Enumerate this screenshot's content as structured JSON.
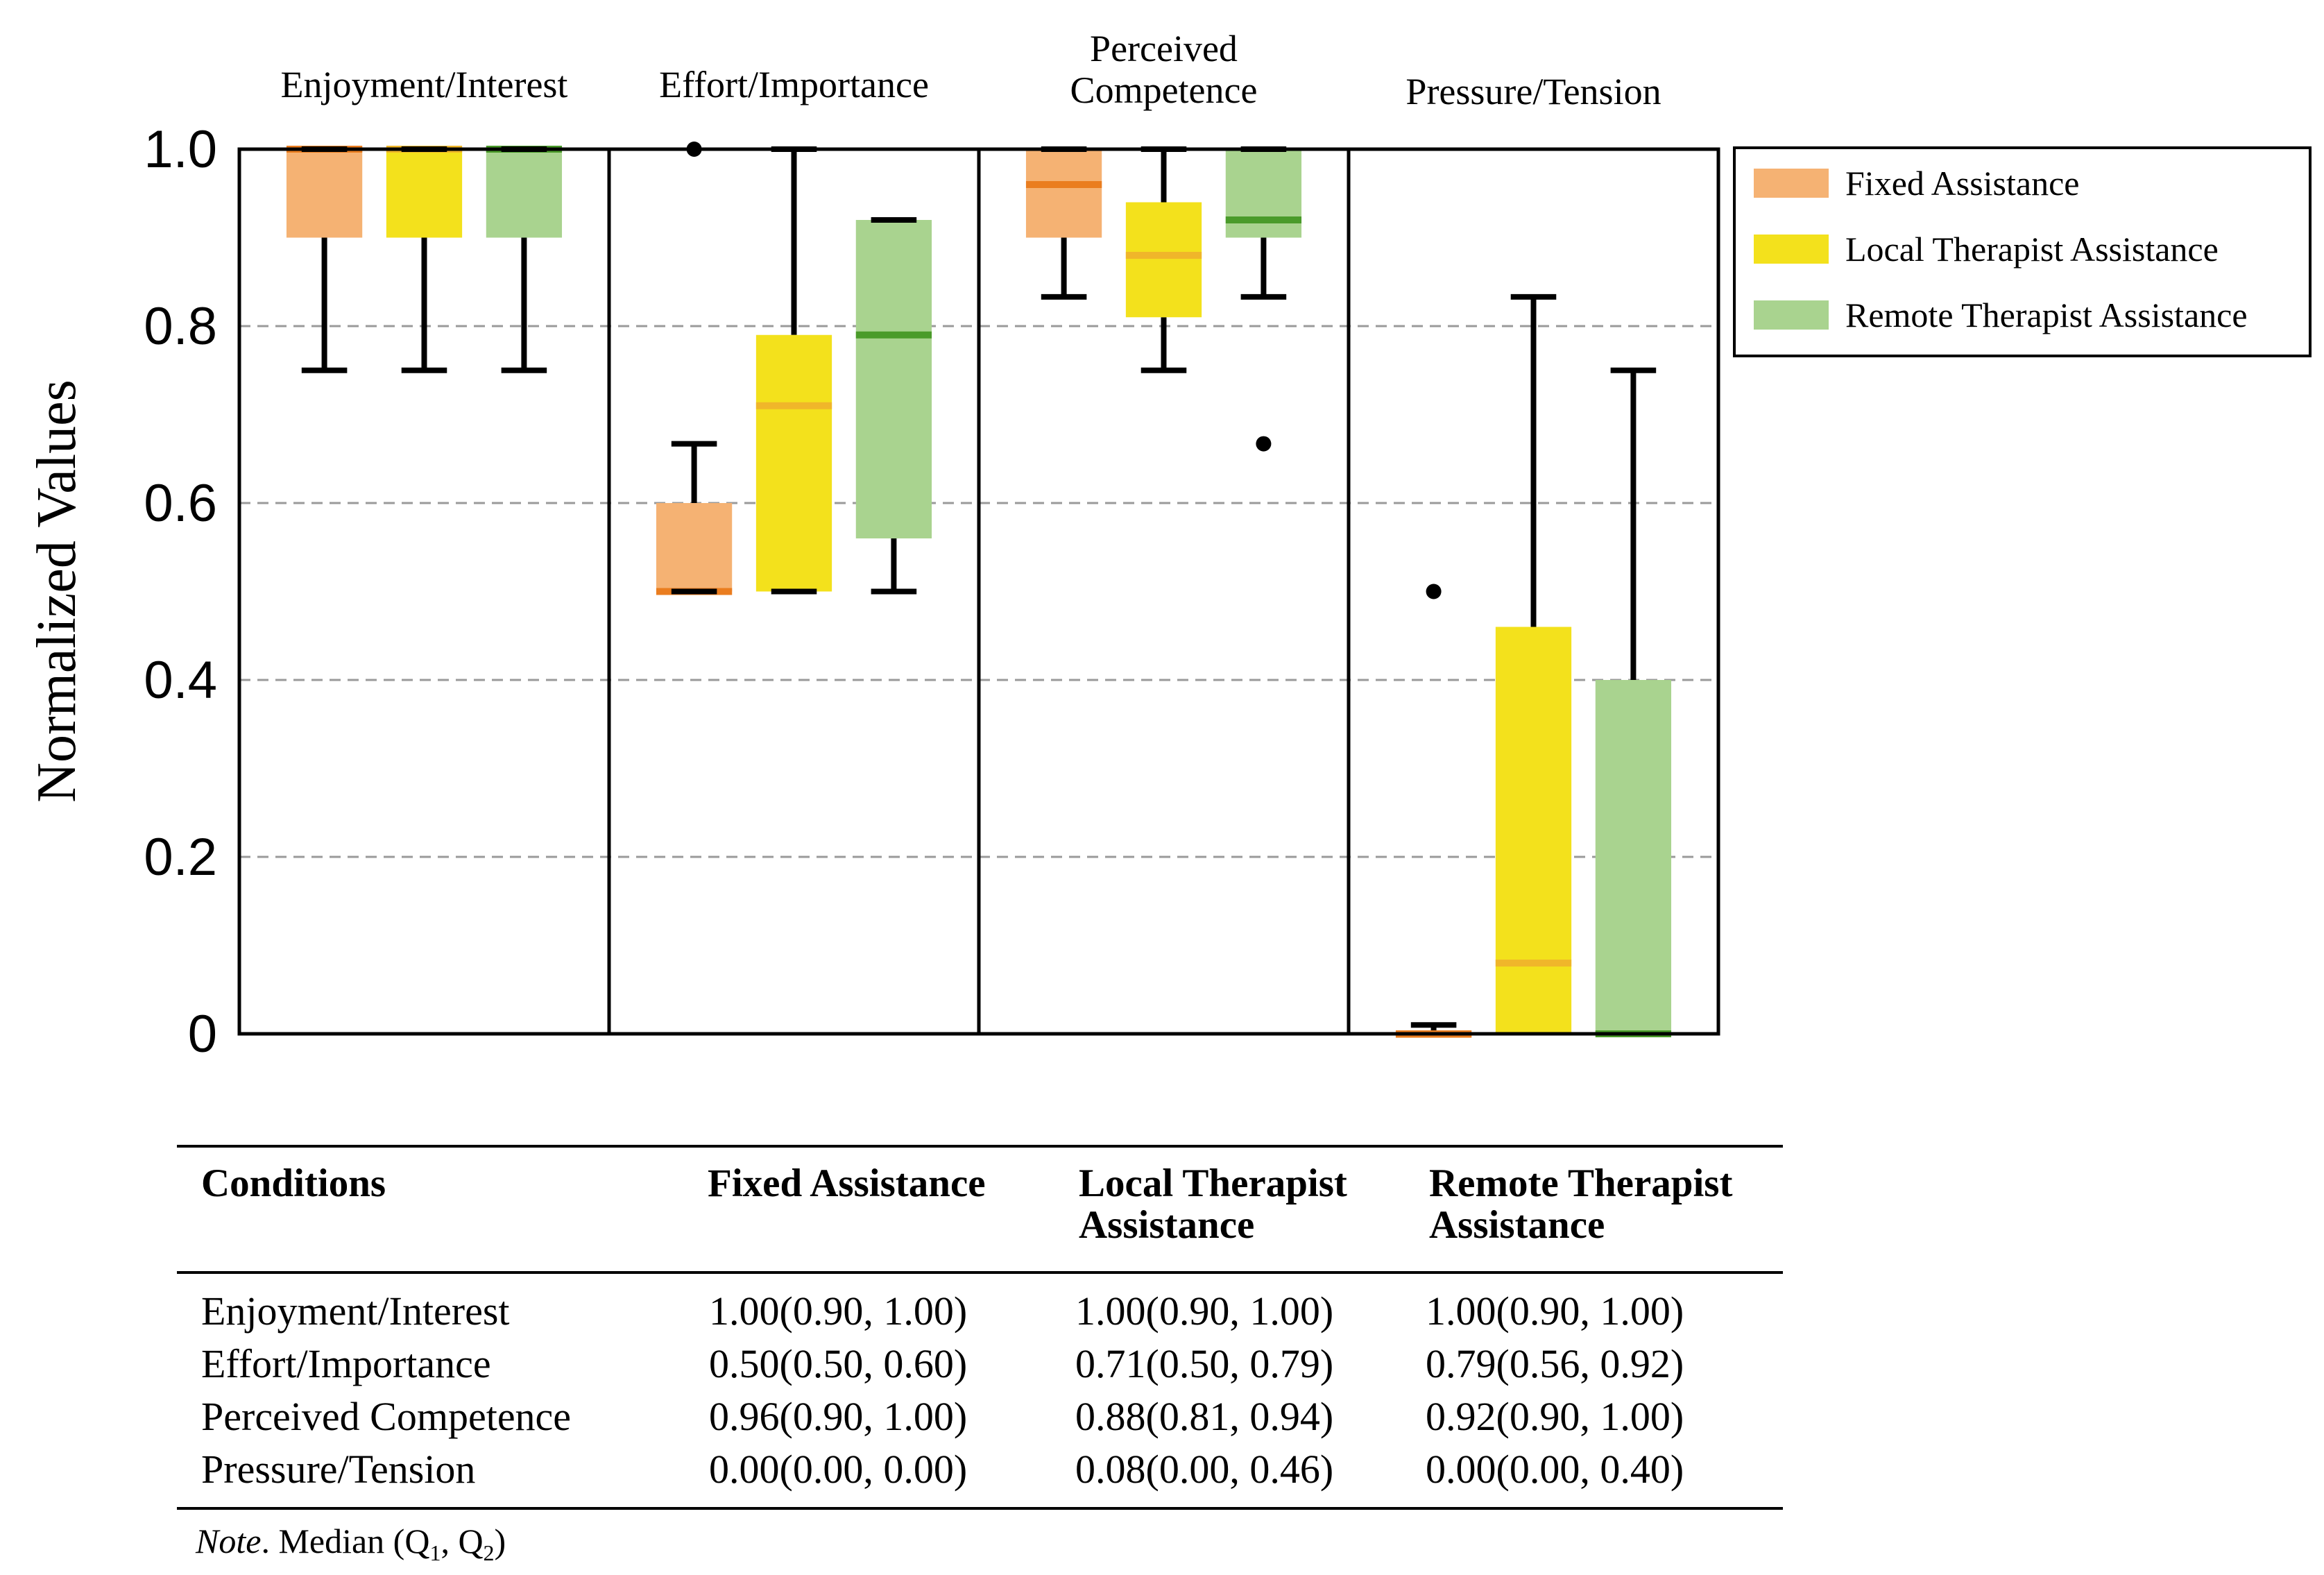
{
  "chart_data": {
    "type": "box",
    "ylabel": "Normalized Values",
    "ylim": [
      0,
      1
    ],
    "yticks": [
      0,
      0.2,
      0.4,
      0.6,
      0.8,
      1.0
    ],
    "ytick_labels": [
      "0",
      "0.2",
      "0.4",
      "0.6",
      "0.8",
      "1.0"
    ],
    "grid": "horizontal-dashed",
    "legend_position": "right",
    "panels": [
      "Enjoyment/Interest",
      "Effort/Importance",
      "Perceived\nCompetence",
      "Pressure/Tension"
    ],
    "series": [
      {
        "name": "Fixed Assistance",
        "fill": "#f5b273",
        "median_color": "#ea7d1f"
      },
      {
        "name": "Local Therapist Assistance",
        "fill": "#f3e11c",
        "median_color": "#f0b62a"
      },
      {
        "name": "Remote Therapist Assistance",
        "fill": "#a9d38f",
        "median_color": "#4a9b2a"
      }
    ],
    "boxes": [
      [
        {
          "q1": 0.9,
          "median": 1.0,
          "q3": 1.0,
          "whisker_low": 0.75,
          "whisker_high": 1.0,
          "outliers": []
        },
        {
          "q1": 0.9,
          "median": 1.0,
          "q3": 1.0,
          "whisker_low": 0.75,
          "whisker_high": 1.0,
          "outliers": []
        },
        {
          "q1": 0.9,
          "median": 1.0,
          "q3": 1.0,
          "whisker_low": 0.75,
          "whisker_high": 1.0,
          "outliers": []
        }
      ],
      [
        {
          "q1": 0.5,
          "median": 0.5,
          "q3": 0.6,
          "whisker_low": 0.5,
          "whisker_high": 0.667,
          "outliers": [
            1.0
          ]
        },
        {
          "q1": 0.5,
          "median": 0.71,
          "q3": 0.79,
          "whisker_low": 0.5,
          "whisker_high": 1.0,
          "outliers": []
        },
        {
          "q1": 0.56,
          "median": 0.79,
          "q3": 0.92,
          "whisker_low": 0.5,
          "whisker_high": 0.92,
          "outliers": []
        }
      ],
      [
        {
          "q1": 0.9,
          "median": 0.96,
          "q3": 1.0,
          "whisker_low": 0.833,
          "whisker_high": 1.0,
          "outliers": []
        },
        {
          "q1": 0.81,
          "median": 0.88,
          "q3": 0.94,
          "whisker_low": 0.75,
          "whisker_high": 1.0,
          "outliers": []
        },
        {
          "q1": 0.9,
          "median": 0.92,
          "q3": 1.0,
          "whisker_low": 0.833,
          "whisker_high": 1.0,
          "outliers": [
            0.667
          ]
        }
      ],
      [
        {
          "q1": 0.0,
          "median": 0.0,
          "q3": 0.0,
          "whisker_low": 0.0,
          "whisker_high": 0.01,
          "outliers": [
            0.5
          ]
        },
        {
          "q1": 0.0,
          "median": 0.08,
          "q3": 0.46,
          "whisker_low": 0.0,
          "whisker_high": 0.833,
          "outliers": []
        },
        {
          "q1": 0.0,
          "median": 0.0,
          "q3": 0.4,
          "whisker_low": 0.0,
          "whisker_high": 0.75,
          "outliers": []
        }
      ]
    ]
  },
  "table": {
    "headers": [
      "Conditions",
      "Fixed Assistance",
      "Local Therapist\nAssistance",
      "Remote Therapist\nAssistance"
    ],
    "rows": [
      [
        "Enjoyment/Interest",
        "1.00(0.90, 1.00)",
        "1.00(0.90, 1.00)",
        "1.00(0.90, 1.00)"
      ],
      [
        "Effort/Importance",
        "0.50(0.50, 0.60)",
        "0.71(0.50, 0.79)",
        "0.79(0.56, 0.92)"
      ],
      [
        "Perceived Competence",
        "0.96(0.90, 1.00)",
        "0.88(0.81, 0.94)",
        "0.92(0.90, 1.00)"
      ],
      [
        "Pressure/Tension",
        "0.00(0.00, 0.00)",
        "0.08(0.00, 0.46)",
        "0.00(0.00, 0.40)"
      ]
    ],
    "note_label": "Note",
    "note_text": "Median (Q",
    "note_sub1": "1",
    "note_sep": ", Q",
    "note_sub2": "2",
    "note_end": ")"
  }
}
